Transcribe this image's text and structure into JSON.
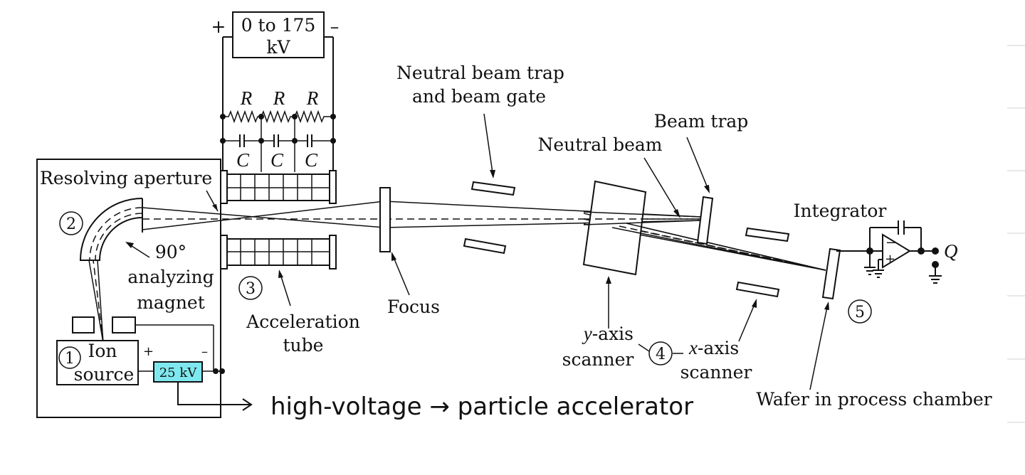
{
  "labels": {
    "hv_supply": [
      "0 to 175",
      "kV"
    ],
    "hv_plus": "+",
    "hv_minus": "–",
    "resistor": "R",
    "capacitor": "C",
    "resolving_aperture": "Resolving aperture",
    "magnet": [
      "90°",
      "analyzing",
      "magnet"
    ],
    "ion_source": [
      "Ion",
      "source"
    ],
    "source_plus": "+",
    "source_minus": "–",
    "source_supply": "25 kV",
    "accel_tube": [
      "Acceleration",
      "tube"
    ],
    "focus": "Focus",
    "neutral_trap_gate": [
      "Neutral beam trap",
      "and beam gate"
    ],
    "neutral_beam": "Neutral beam",
    "beam_trap": "Beam trap",
    "y_scanner": [
      "y",
      "-axis",
      "scanner"
    ],
    "x_scanner": [
      "x",
      "-axis",
      "scanner"
    ],
    "integrator": "Integrator",
    "charge": "Q",
    "wafer": "Wafer in process chamber",
    "op_minus": "−",
    "op_plus": "+"
  },
  "markers": [
    "1",
    "2",
    "3",
    "4",
    "5"
  ],
  "annotation": {
    "text": "high-voltage → particle accelerator"
  },
  "colors": {
    "ink": "#111111",
    "supply_highlight": "#7fe8ef"
  }
}
